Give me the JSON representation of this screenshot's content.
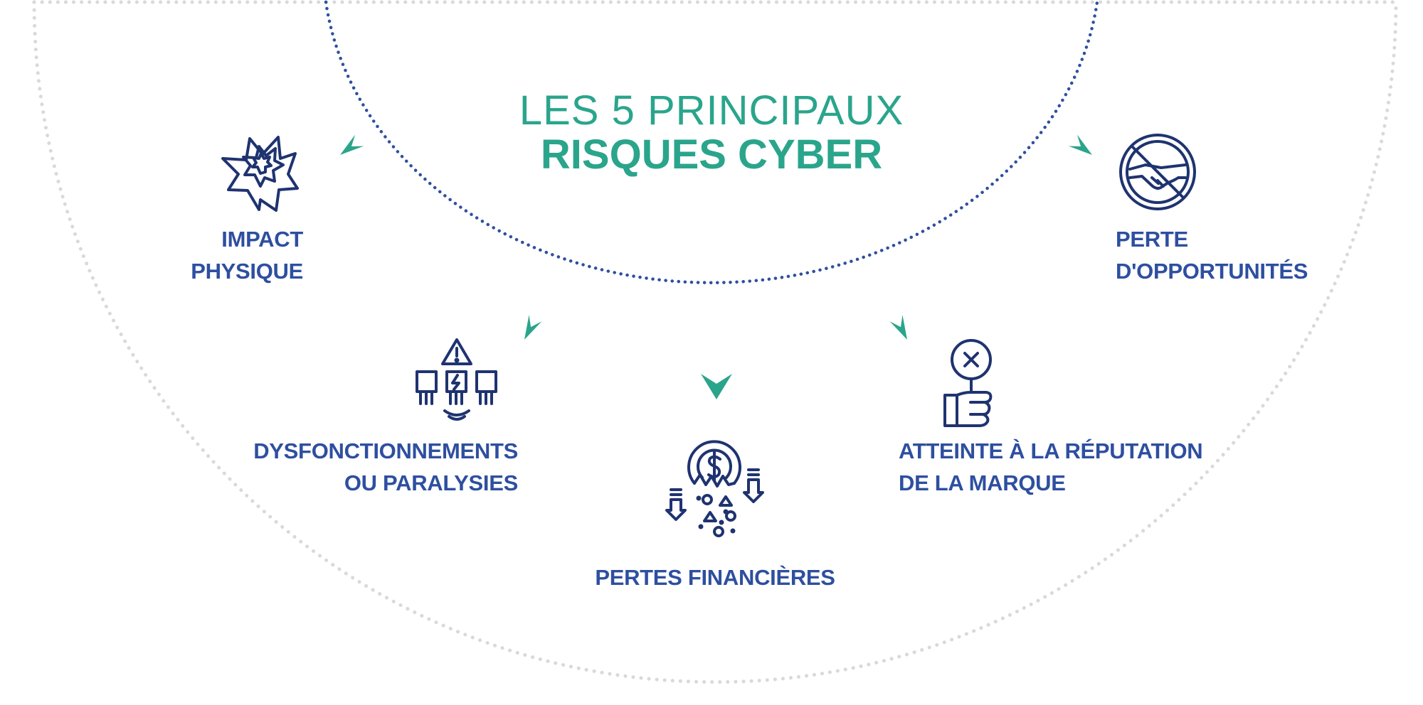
{
  "title": {
    "line1": "LES 5 PRINCIPAUX",
    "line2": "RISQUES CYBER"
  },
  "colors": {
    "navy": "#1f3370",
    "label_blue": "#2e4fa0",
    "teal": "#2aa58c",
    "ring_gray": "#d9d9d9"
  },
  "risks": [
    {
      "icon": "explosion-icon",
      "lines": [
        "IMPACT",
        "PHYSIQUE"
      ]
    },
    {
      "icon": "malfunction-icon",
      "lines": [
        "DYSFONCTIONNEMENTS",
        "OU PARALYSIES"
      ]
    },
    {
      "icon": "financial-loss-icon",
      "lines": [
        "PERTES FINANCIÈRES"
      ]
    },
    {
      "icon": "reputation-icon",
      "lines": [
        "ATTEINTE À LA RÉPUTATION",
        "DE LA MARQUE"
      ]
    },
    {
      "icon": "lost-opportunity-icon",
      "lines": [
        "PERTE",
        "D'OPPORTUNITÉS"
      ]
    }
  ]
}
